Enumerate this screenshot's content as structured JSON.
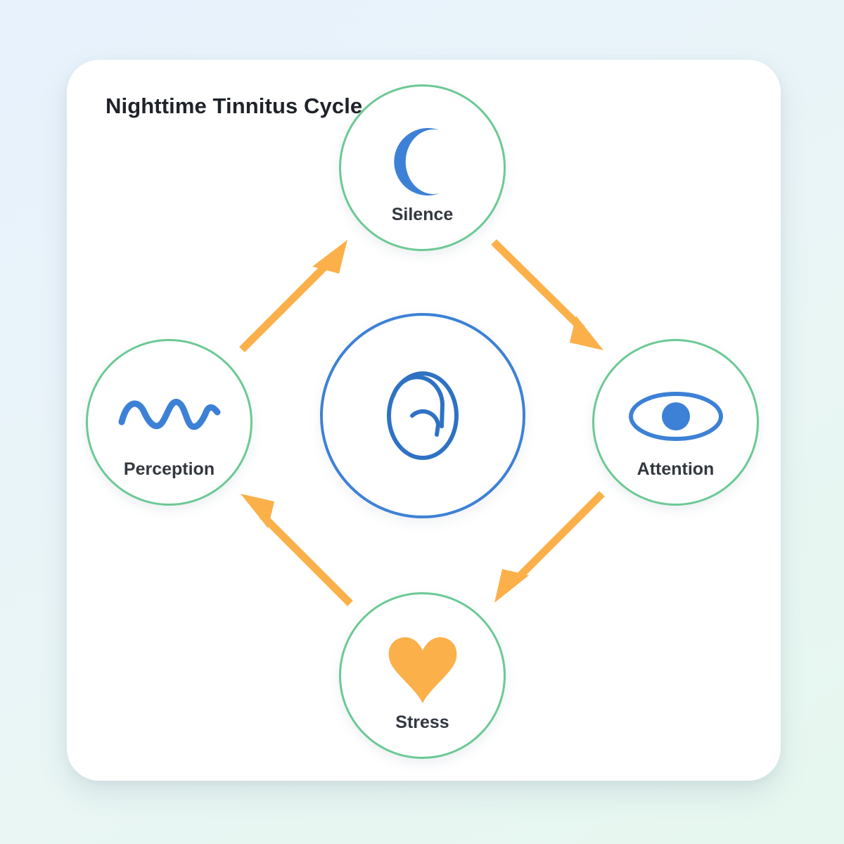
{
  "page": {
    "background_from": "#e8f2fc",
    "background_to": "#e6f7ef"
  },
  "card": {
    "background": "#ffffff",
    "title": "Nighttime Tinnitus Cycle"
  },
  "palette": {
    "node_border_green": "#6bc995",
    "icon_blue": "#3d81d6",
    "arrow_orange": "#fbb04a",
    "label_text": "#333840",
    "title_text": "#1f2329"
  },
  "center": {
    "icon": "ear-icon",
    "ring_color": "#3d81d6"
  },
  "nodes": [
    {
      "id": "silence",
      "label": "Silence",
      "icon": "crescent-moon-icon",
      "icon_color": "#3d81d6",
      "position": "top"
    },
    {
      "id": "attention",
      "label": "Attention",
      "icon": "eye-icon",
      "icon_color": "#3d81d6",
      "position": "right"
    },
    {
      "id": "stress",
      "label": "Stress",
      "icon": "heart-icon",
      "icon_color": "#fbb04a",
      "position": "bottom"
    },
    {
      "id": "perception",
      "label": "Perception",
      "icon": "sound-wave-icon",
      "icon_color": "#3d81d6",
      "position": "left"
    }
  ],
  "arrows": [
    {
      "id": "silence-to-attention",
      "from": "silence",
      "to": "attention",
      "color": "#fbb04a"
    },
    {
      "id": "attention-to-stress",
      "from": "attention",
      "to": "stress",
      "color": "#fbb04a"
    },
    {
      "id": "stress-to-perception",
      "from": "stress",
      "to": "perception",
      "color": "#fbb04a"
    },
    {
      "id": "perception-to-silence",
      "from": "perception",
      "to": "silence",
      "color": "#fbb04a"
    }
  ],
  "chart_data": {
    "type": "diagram",
    "title": "Nighttime Tinnitus Cycle",
    "layout": "cycle",
    "center_node": "ear",
    "nodes": [
      "Silence",
      "Attention",
      "Stress",
      "Perception"
    ],
    "edges": [
      [
        "Silence",
        "Attention"
      ],
      [
        "Attention",
        "Stress"
      ],
      [
        "Stress",
        "Perception"
      ],
      [
        "Perception",
        "Silence"
      ]
    ]
  }
}
